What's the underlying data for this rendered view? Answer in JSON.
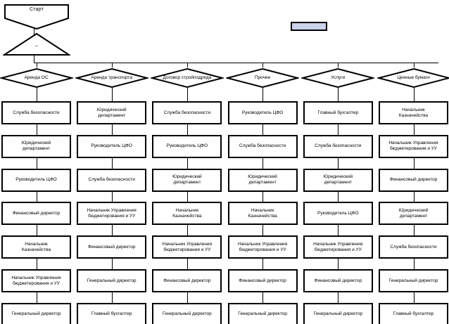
{
  "diagram": {
    "title_node": {
      "label": "Старт",
      "shape": "trapezoid"
    },
    "merge_node": {
      "label": "–",
      "shape": "triangle"
    },
    "legend_box": {
      "label": "",
      "fill": "#ccd2ea",
      "border": "#000000"
    },
    "branch_labels": [
      "Аренда ОС",
      "Аренда транспорта",
      "Договор стройподряда",
      "Прочее",
      "Услуги",
      "Ценные бумаги"
    ],
    "columns": [
      {
        "branch": "Аренда ОС",
        "steps": [
          "Служба безопасности",
          "Юридический\nдепартамент",
          "Руководитель ЦФО",
          "Финансовый директор",
          "Начальник\nКазначейства",
          "Начальник Управления\nбюджетирования и УУ",
          "Генеральный директор"
        ]
      },
      {
        "branch": "Аренда транспорта",
        "steps": [
          "Юридический\nдепартамент",
          "Руководитель ЦФО",
          "Служба безопасности",
          "Начальник Управления\nбюджетирования и УУ",
          "Финансовый директор",
          "Генеральный директор",
          "Главный бухгалтер"
        ]
      },
      {
        "branch": "Договор стройподряда",
        "steps": [
          "Служба безопасности",
          "Руководитель ЦФО",
          "Юридический\nдепартамент",
          "Начальник\nКазначейства",
          "Начальник Управления\nбюджетирования и УУ",
          "Финансовый директор",
          "Генеральный директор"
        ]
      },
      {
        "branch": "Прочее",
        "steps": [
          "Руководитель ЦФО",
          "Служба безопасности",
          "Юридический\nдепартамент",
          "Начальник\nКазначейства",
          "Начальник Управления\nбюджетирования и УУ",
          "Финансовый директор",
          "Генеральный директор"
        ]
      },
      {
        "branch": "Услуги",
        "steps": [
          "Главный бухгалтер",
          "Служба безопасности",
          "Юридический\nдепартамент",
          "Руководитель ЦФО",
          "Начальник Управления\nбюджетирования и УУ",
          "Финансовый директор",
          "Генеральный директор"
        ]
      },
      {
        "branch": "Ценные бумаги",
        "steps": [
          "Начальник\nКазначейства",
          "Начальник Управления\nбюджетирования и УУ",
          "Финансовый директор",
          "Юридический\nдепартамент",
          "Служба безопасности",
          "Генеральный директор",
          "Главный бухгалтер"
        ]
      }
    ]
  }
}
